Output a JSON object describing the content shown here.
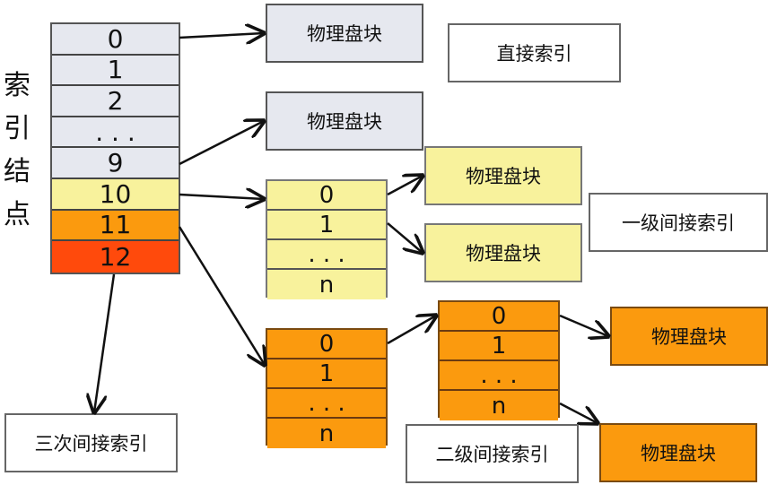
{
  "title": "索引结点",
  "index_node": {
    "cells": [
      {
        "label": "0",
        "tier": "direct"
      },
      {
        "label": "1",
        "tier": "direct"
      },
      {
        "label": "2",
        "tier": "direct"
      },
      {
        "label": ". . .",
        "tier": "direct"
      },
      {
        "label": "9",
        "tier": "direct"
      },
      {
        "label": "10",
        "tier": "single-indirect"
      },
      {
        "label": "11",
        "tier": "double-indirect"
      },
      {
        "label": "12",
        "tier": "triple-indirect"
      }
    ]
  },
  "block_label": "物理盘块",
  "level1_table": [
    "0",
    "1",
    ". . .",
    "n"
  ],
  "level2_table_a": [
    "0",
    "1",
    ". . .",
    "n"
  ],
  "level2_table_b": [
    "0",
    "1",
    ". . .",
    "n"
  ],
  "labels": {
    "direct": "直接索引",
    "single": "一级间接索引",
    "double": "二级间接索引",
    "triple": "三次间接索引"
  },
  "colors": {
    "direct": "#e6e8ef",
    "single": "#f8f29c",
    "double": "#fb9a0e",
    "triple": "#ff4a0c"
  }
}
